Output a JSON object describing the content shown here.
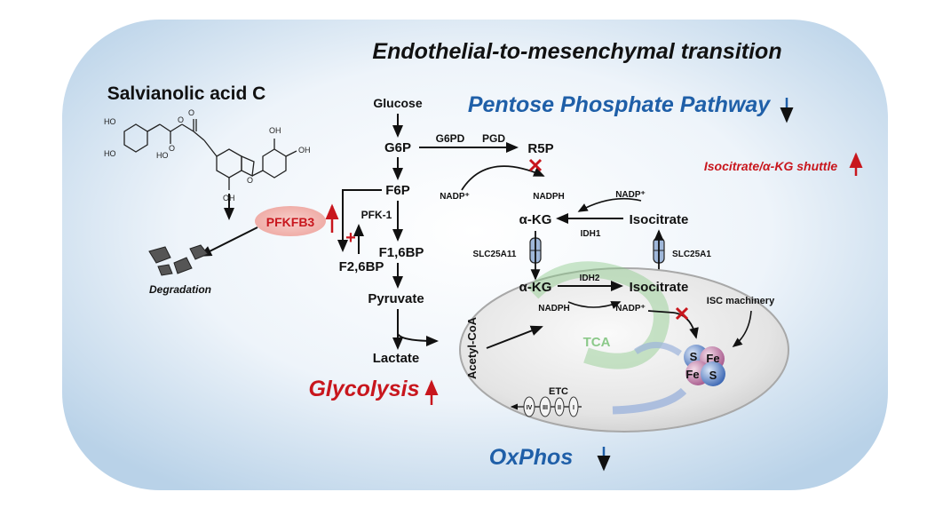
{
  "title": "Endothelial-to-mesenchymal transition",
  "compound": "Salvianolic acid C",
  "pfkfb3": "PFKFB3",
  "degradation": "Degradation",
  "pathways": {
    "ppp": "Pentose Phosphate Pathway",
    "glycolysis": "Glycolysis",
    "oxphos": "OxPhos",
    "shuttle": "Isocitrate/α-KG shuttle"
  },
  "colors": {
    "up": "#c8161d",
    "down": "#1f5fa8",
    "background": "#d6e6f3",
    "pfkfb3_fill": "#f2b8b4",
    "tca": "#8cc98a"
  },
  "glycolysis_nodes": {
    "glucose": "Glucose",
    "g6p": "G6P",
    "f6p": "F6P",
    "f16bp": "F1,6BP",
    "f26bp": "F2,6BP",
    "pfk1": "PFK-1",
    "pyruvate": "Pyruvate",
    "lactate": "Lactate"
  },
  "ppp_nodes": {
    "g6pd": "G6PD",
    "pgd": "PGD",
    "r5p": "R5P",
    "nadp_plus": "NADP⁺",
    "nadph": "NADPH"
  },
  "cytosol_nodes": {
    "akg": "α-KG",
    "isocitrate": "Isocitrate",
    "idh1": "IDH1",
    "nadp_plus": "NADP⁺",
    "slc25a11": "SLC25A11",
    "slc25a1": "SLC25A1"
  },
  "mito_nodes": {
    "akg": "α-KG",
    "isocitrate": "Isocitrate",
    "idh2": "IDH2",
    "nadph": "NADPH",
    "nadp_plus": "NADP⁺",
    "acetyl_coa": "Acetyl-CoA",
    "tca": "TCA",
    "isc": "ISC machinery",
    "etc": "ETC"
  },
  "fes": [
    "S",
    "Fe",
    "Fe",
    "S"
  ],
  "etc_complexes": [
    "IV",
    "III",
    "II",
    "I"
  ]
}
